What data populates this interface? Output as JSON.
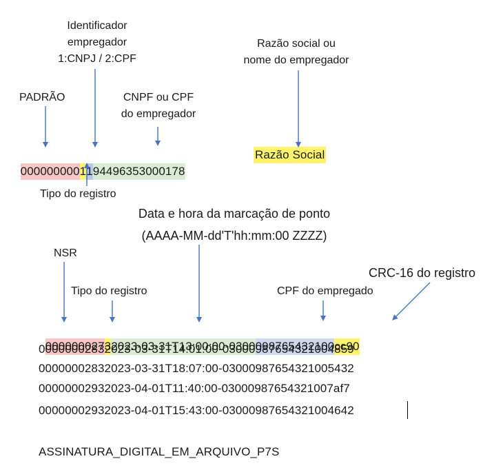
{
  "header_labels": {
    "identificador": [
      "Identificador",
      "empregador",
      "1:CNPJ / 2:CPF"
    ],
    "razao_social_label": [
      "Razão social ou",
      "nome do empregador"
    ],
    "padrao": "PADRÃO",
    "cnpj_cpf": [
      "CNPF ou CPF",
      "do empregador"
    ],
    "tipo_registro_top": "Tipo do registro"
  },
  "header_record": {
    "padrao": "000000000",
    "tipo": "1",
    "identificador": "1",
    "cnpj": "94496353000178",
    "razao_social": "Razão Social"
  },
  "marking_labels": {
    "data_hora": [
      "Data e hora da marcação de ponto",
      "(AAAA-MM-dd'T'hh:mm:00 ZZZZ)"
    ],
    "nsr": "NSR",
    "tipo_registro": "Tipo do registro",
    "cpf_empregado": "CPF do empregado",
    "crc": "CRC-16 do registro"
  },
  "first_record": {
    "nsr": "000000027",
    "tipo": "3",
    "datetime": "2023-03-31T13:00:00-0300",
    "cpf": "098765432100",
    "crc": "cc90"
  },
  "records": [
    "00000002832023-03-31T14:01:00-03000987654321004859",
    "00000002832023-03-31T18:07:00-03000987654321005432",
    "00000002932023-04-01T11:40:00-03000987654321007af7",
    "00000002932023-04-01T15:43:00-03000987654321004642"
  ],
  "footer": "ASSINATURA_DIGITAL_EM_ARQUIVO_P7S"
}
